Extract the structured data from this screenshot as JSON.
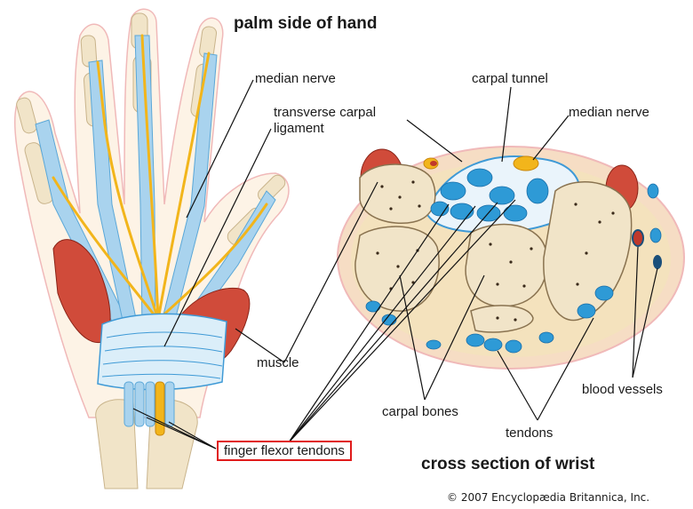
{
  "titles": {
    "palm": "palm side of hand",
    "cross": "cross section of wrist"
  },
  "labels": {
    "median_nerve_hand": "median nerve",
    "transverse_1": "transverse carpal",
    "transverse_2": "ligament",
    "muscle": "muscle",
    "finger_flexor": "finger flexor tendons",
    "carpal_tunnel": "carpal tunnel",
    "median_nerve_wrist": "median nerve",
    "carpal_bones": "carpal bones",
    "tendons": "tendons",
    "blood_vessels": "blood vessels"
  },
  "copyright": "© 2007 Encyclopædia Britannica, Inc.",
  "colors": {
    "bone": "#f1e4c8",
    "tendon": "#a9d3ee",
    "nerve": "#f2b51b",
    "muscle": "#d04b3a",
    "fluid": "#2e9ad6",
    "highlight_box": "#e01b1b"
  }
}
